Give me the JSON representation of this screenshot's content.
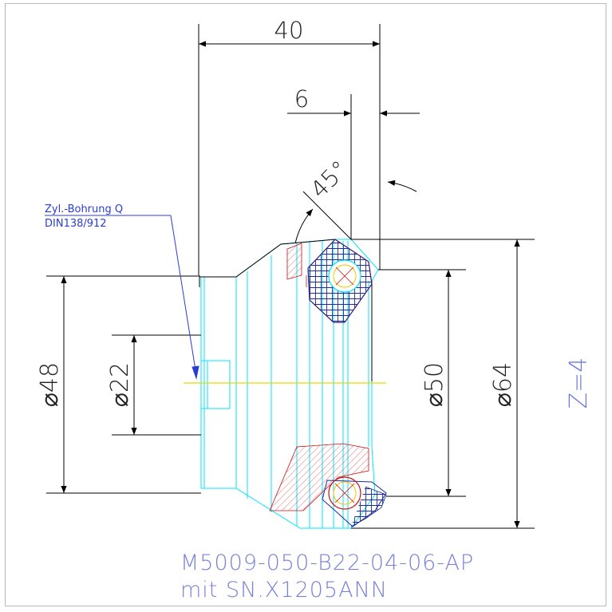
{
  "drawing": {
    "dimensions": {
      "width": "40",
      "chamfer": "6",
      "angle": "45°",
      "dia48": "⌀48",
      "dia22": "⌀22",
      "dia50": "⌀50",
      "dia64": "⌀64"
    },
    "note": {
      "line1": "Zyl.-Bohrung Q",
      "line2": "DIN138/912"
    },
    "teeth": "Z=4",
    "title": {
      "line1": "M5009-050-B22-04-06-AP",
      "line2": "mit SN.X1205ANN"
    },
    "colors": {
      "outline": "#000000",
      "body": "#00e5ff",
      "insert": "#1e2aa0",
      "hatch": "#d01010",
      "dim_text": "#222222",
      "annotation": "#2b3cd6"
    }
  }
}
